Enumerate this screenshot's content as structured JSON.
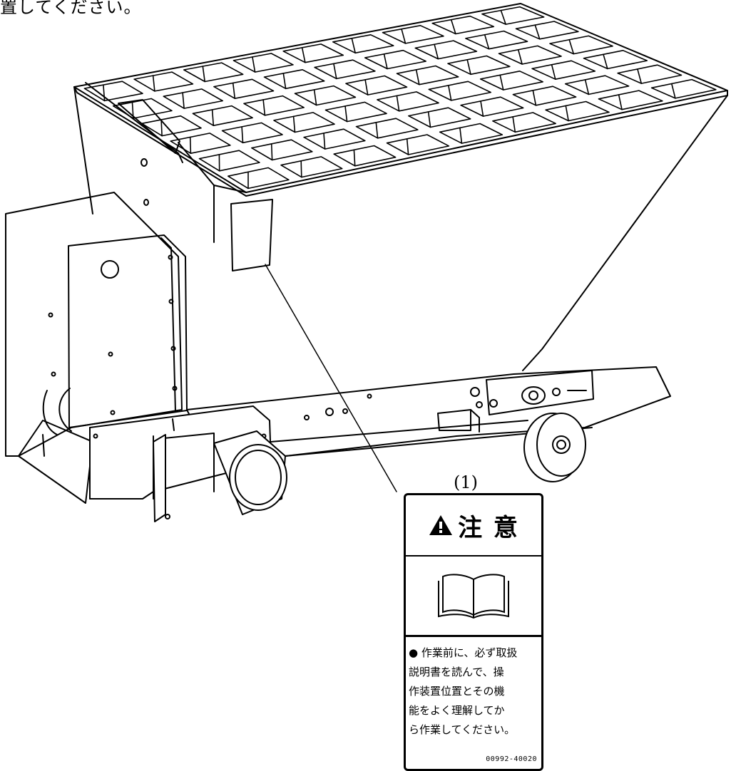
{
  "header": {
    "top_text": "置してください。"
  },
  "callout": {
    "ref": "(1)"
  },
  "warning_label": {
    "heading": "注 意",
    "instruction_lines": [
      "● 作業前に、必ず取扱",
      "説明書を読んで、操",
      "作装置位置とその機",
      "能をよく理解してか",
      "ら作業してください。"
    ],
    "code": "00992-40020"
  }
}
